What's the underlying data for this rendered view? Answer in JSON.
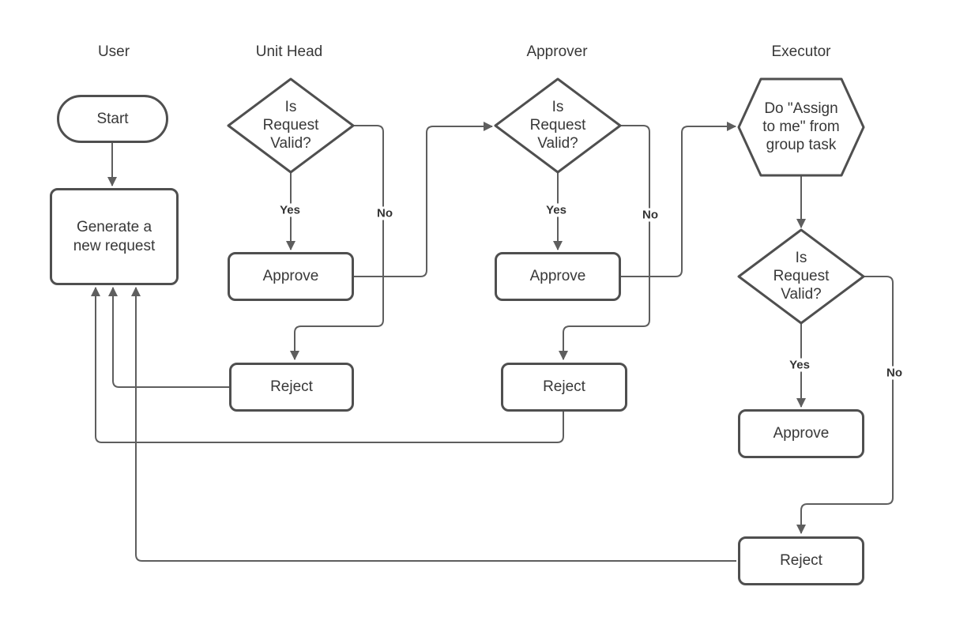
{
  "diagram": {
    "lanes": [
      {
        "title": "User"
      },
      {
        "title": "Unit Head"
      },
      {
        "title": "Approver"
      },
      {
        "title": "Executor"
      }
    ],
    "nodes": {
      "start": "Start",
      "generate_request": "Generate a new request",
      "unit_head_decision": "Is Request Valid?",
      "unit_head_approve": "Approve",
      "unit_head_reject": "Reject",
      "approver_decision": "Is Request Valid?",
      "approver_approve": "Approve",
      "approver_reject": "Reject",
      "executor_assign": "Do \"Assign to me\" from group task",
      "executor_decision": "Is Request Valid?",
      "executor_approve": "Approve",
      "executor_reject": "Reject"
    },
    "edge_labels": {
      "unit_head_yes": "Yes",
      "unit_head_no": "No",
      "approver_yes": "Yes",
      "approver_no": "No",
      "executor_yes": "Yes",
      "executor_no": "No"
    },
    "colors": {
      "shape_stroke": "#4f4f4f",
      "connector": "#5e5e5e",
      "text": "#383838",
      "background": "#ffffff"
    }
  }
}
